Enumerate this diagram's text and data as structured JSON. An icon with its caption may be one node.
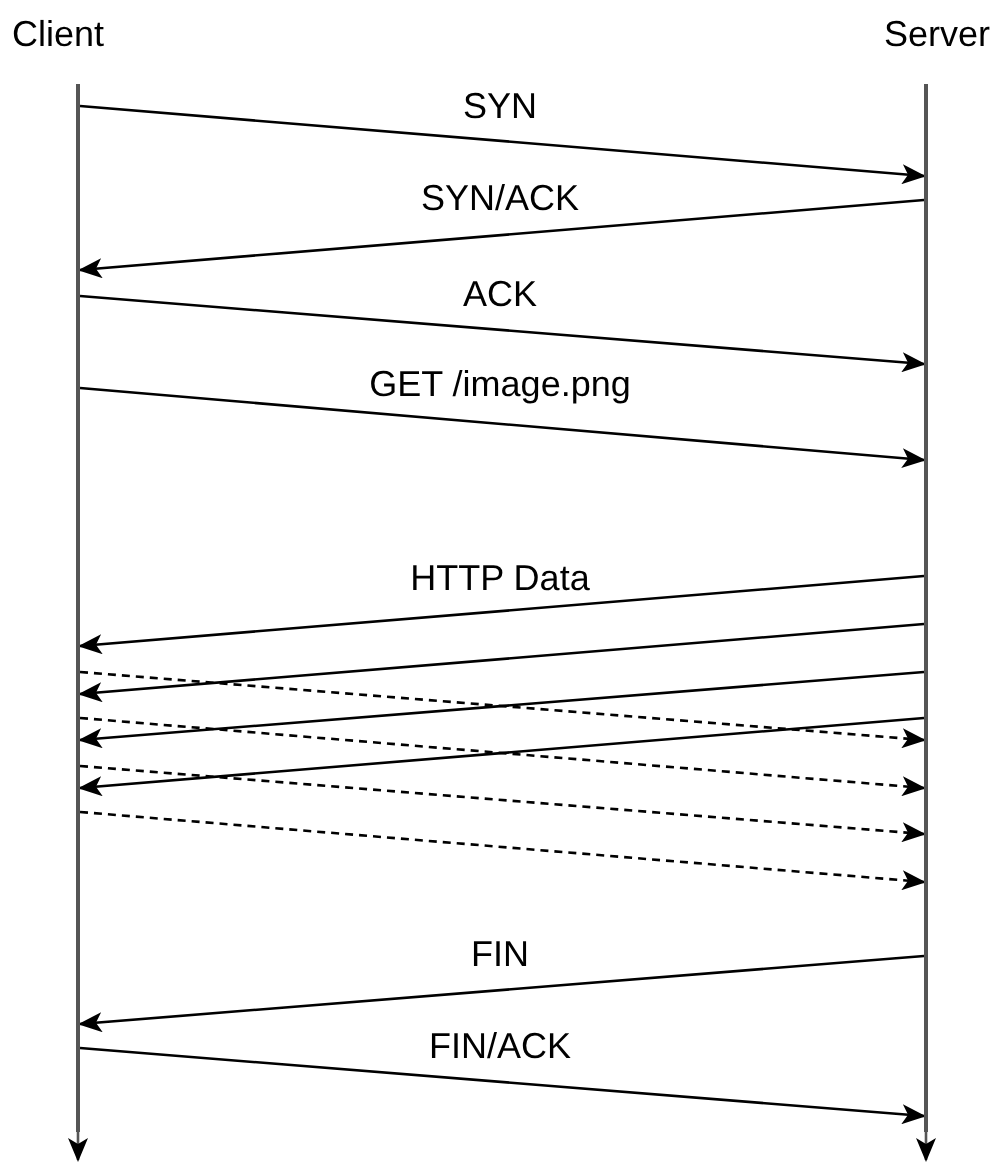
{
  "diagram": {
    "nodes": [
      {
        "text": [],
        "shape": "bar",
        "beside": [
          "Client"
        ]
      },
      {
        "text": [],
        "shape": "bar",
        "beside": [
          "Server"
        ]
      }
    ],
    "edges": [
      {
        "from": 0,
        "to": null,
        "arrow": "to"
      },
      {
        "from": 1,
        "to": null,
        "arrow": "to"
      },
      {
        "from": 0,
        "to": 1,
        "arrow": "to",
        "label": "SYN"
      },
      {
        "from": 1,
        "to": 0,
        "arrow": "to",
        "label": "SYN/ACK"
      },
      {
        "from": 0,
        "to": 1,
        "arrow": "to",
        "label": "ACK"
      },
      {
        "from": 0,
        "to": 1,
        "arrow": "to",
        "label": "GET /image.png"
      },
      {
        "from": 1,
        "to": 0,
        "arrow": "to",
        "label": "HTTP Data"
      },
      {
        "from": 1,
        "to": 0,
        "arrow": "to"
      },
      {
        "from": 1,
        "to": 0,
        "arrow": "to"
      },
      {
        "from": 0,
        "to": 1,
        "arrow": "to",
        "style": "dashed"
      },
      {
        "from": 1,
        "to": 0,
        "arrow": "to"
      },
      {
        "from": 0,
        "to": 1,
        "arrow": "to",
        "style": "dashed"
      },
      {
        "from": 0,
        "to": 1,
        "arrow": "to",
        "style": "dashed"
      },
      {
        "from": 0,
        "to": 1,
        "arrow": "to",
        "style": "dashed"
      },
      {
        "from": 1,
        "to": 0,
        "arrow": "to",
        "label": "FIN"
      },
      {
        "from": 0,
        "to": 1,
        "arrow": "to",
        "label": "FIN/ACK"
      }
    ]
  }
}
